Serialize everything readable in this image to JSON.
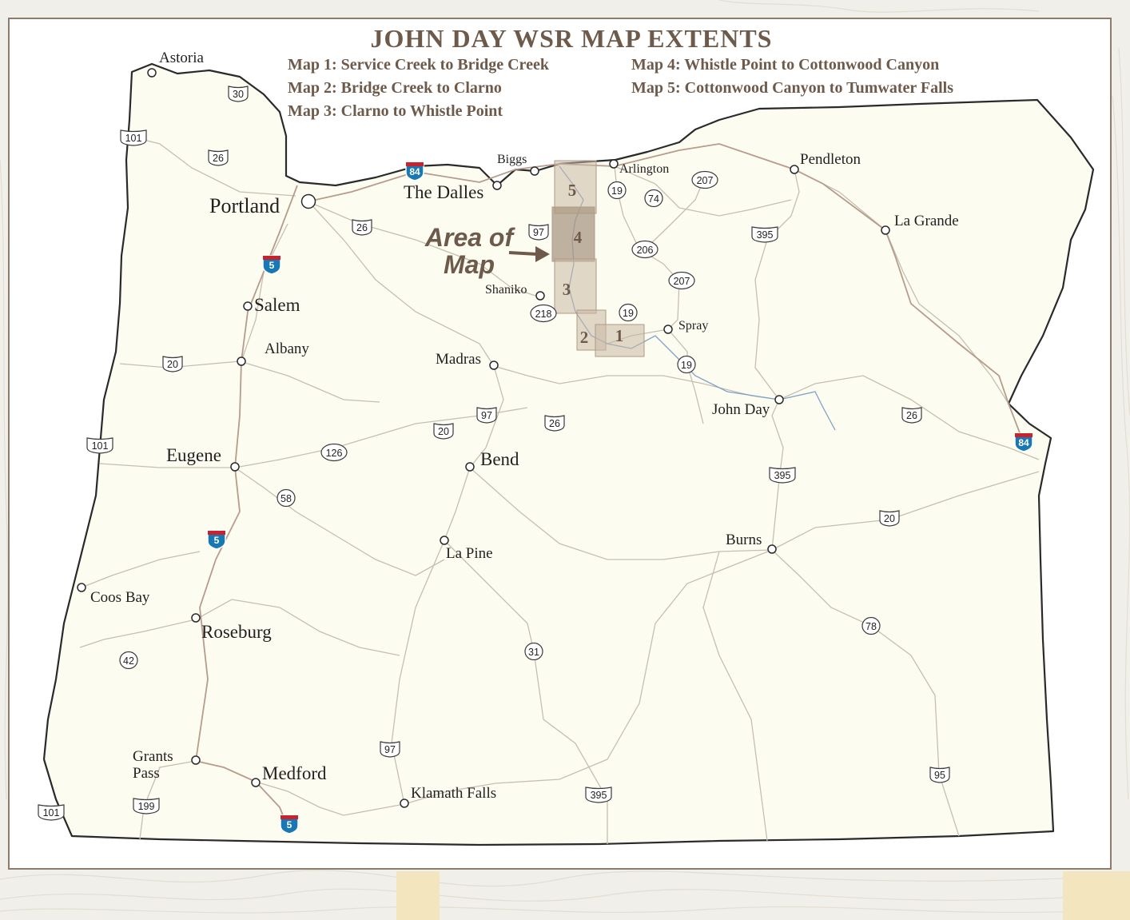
{
  "title": "JOHN DAY WSR MAP EXTENTS",
  "legend": [
    "Map 1: Service Creek to Bridge Creek",
    "Map 2: Bridge Creek to Clarno",
    "Map 3: Clarno to Whistle Point",
    "Map 4: Whistle Point to Cottonwood Canyon",
    "Map 5: Cottonwood Canyon to Tumwater Falls"
  ],
  "area_label": {
    "line1": "Area of",
    "line2": "Map"
  },
  "extent_numbers": [
    "1",
    "2",
    "3",
    "4",
    "5"
  ],
  "cities": {
    "astoria": "Astoria",
    "portland": "Portland",
    "salem": "Salem",
    "albany": "Albany",
    "eugene": "Eugene",
    "coos_bay": "Coos Bay",
    "roseburg": "Roseburg",
    "grants_pass_1": "Grants",
    "grants_pass_2": "Pass",
    "medford": "Medford",
    "klamath_falls": "Klamath Falls",
    "la_pine": "La Pine",
    "bend": "Bend",
    "madras": "Madras",
    "shaniko": "Shaniko",
    "the_dalles": "The Dalles",
    "biggs": "Biggs",
    "arlington": "Arlington",
    "pendleton": "Pendleton",
    "la_grande": "La Grande",
    "spray": "Spray",
    "john_day": "John Day",
    "burns": "Burns"
  },
  "routes": {
    "us30": "30",
    "us101a": "101",
    "us26a": "26",
    "us26b": "26",
    "us97a": "97",
    "or218": "218",
    "or19a": "19",
    "or74": "74",
    "or207a": "207",
    "or206": "206",
    "or207b": "207",
    "or19b": "19",
    "or19c": "19",
    "us395a": "395",
    "us20a": "20",
    "us101b": "101",
    "or126": "126",
    "us20b": "20",
    "us97b": "97",
    "us26c": "26",
    "us26d": "26",
    "us395b": "395",
    "or58": "58",
    "us20c": "20",
    "or78": "78",
    "or42": "42",
    "or31": "31",
    "us97c": "97",
    "us395c": "395",
    "us95": "95",
    "us199": "199",
    "us101c": "101",
    "i84a": "84",
    "i84b": "84",
    "i5a": "5",
    "i5b": "5",
    "i5c": "5"
  },
  "colors": {
    "title": "#6d5a4a",
    "land": "#fdfcf1",
    "coast": "#2a2a2a",
    "road": "#c6bfb0",
    "highway": "#b79b8c",
    "river": "#7fa0c8",
    "interstate_blue": "#1878b4",
    "interstate_red": "#c8232c",
    "extent_fill": "#c8b8a4"
  }
}
